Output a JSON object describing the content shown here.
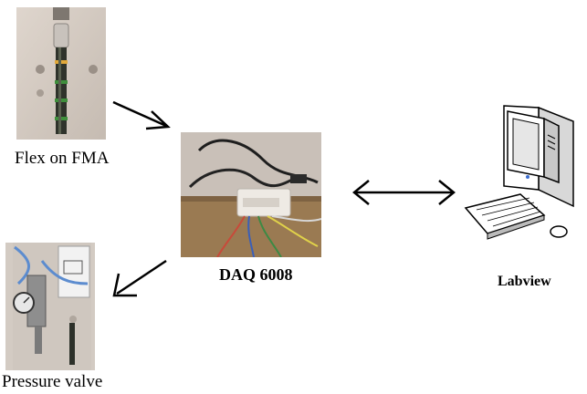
{
  "nodes": {
    "flex": {
      "label": "Flex on FMA"
    },
    "daq": {
      "label": "DAQ 6008"
    },
    "labview": {
      "label": "Labview"
    },
    "valve": {
      "label": "Pressure valve"
    }
  },
  "colors": {
    "arrow": "#000000",
    "panel": "#c9c0b8",
    "wood": "#9a7a52"
  },
  "icons": [
    "flex-sensor-photo",
    "daq-device-photo",
    "computer-icon",
    "pressure-valve-photo"
  ]
}
